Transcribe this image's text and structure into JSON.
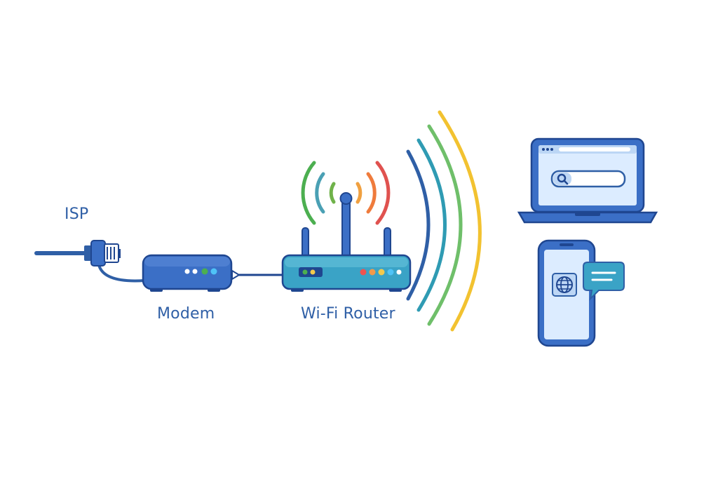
{
  "labels": {
    "isp": "ISP",
    "modem": "Modem",
    "router": "Wi-Fi Router"
  },
  "colors": {
    "background": "#ffffff",
    "device_blue": "#3b6fc6",
    "device_dark": "#234f9e",
    "outline": "#1f4690",
    "router_teal": "#3aa3c6",
    "screen": "#dcecff",
    "label": "#2f5fa6"
  },
  "icons": [
    "ethernet-plug-icon",
    "modem-icon",
    "wifi-router-icon",
    "wifi-waves-icon",
    "laptop-icon",
    "search-bar-icon",
    "smartphone-icon",
    "globe-icon",
    "chat-bubble-icon"
  ],
  "status_led_colors": {
    "modem": [
      "#ffffff",
      "#ffffff",
      "#4caf50",
      "#4fc3f7"
    ],
    "router_left": [
      "#4caf50",
      "#f2c94c"
    ],
    "router_right": [
      "#ef5350",
      "#f2994a",
      "#f2c94c",
      "#4fc3f7",
      "#ffffff"
    ]
  },
  "wave_colors": {
    "router_left": [
      "#4caf50",
      "#4aa0b4",
      "#6fb24a"
    ],
    "router_right": [
      "#e0524f",
      "#ef7b3c",
      "#f0a040"
    ],
    "broadcast": [
      "#2f5fa6",
      "#2f9bb3",
      "#6fbf6a",
      "#f2c230"
    ]
  }
}
